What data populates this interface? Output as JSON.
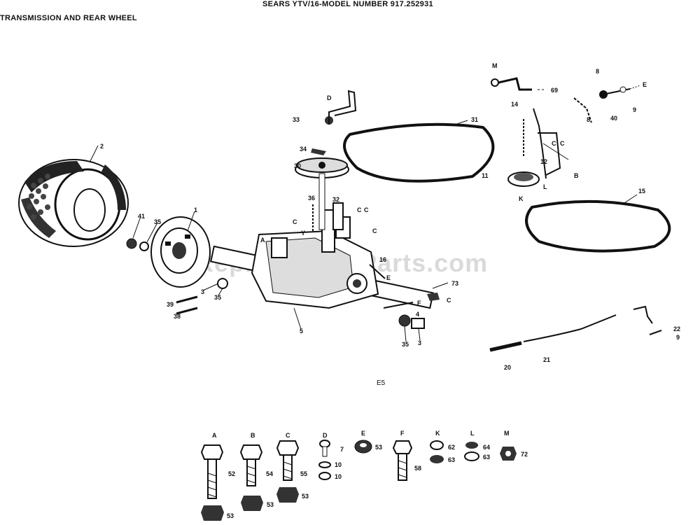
{
  "header": {
    "title": "SEARS YTV/16-MODEL NUMBER 917.252931",
    "subtitle": "TRANSMISSION AND REAR WHEEL"
  },
  "figure_code": "E5",
  "watermark": "eReplacementParts.com",
  "callouts": {
    "tire": "2",
    "rim": "1",
    "hub_nut": "41",
    "hub_washer": "35",
    "axle_key": "3",
    "axle_spacer": "35",
    "bolt_left_a": "39",
    "bolt_left_b": "38",
    "axle_washer_r": "35",
    "axle_key_r": "3",
    "transaxle": "5",
    "shift_pin": "4",
    "brake_bolt": "73",
    "pulley_d": "D",
    "pulley_nut": "33",
    "pulley_key": "34",
    "pulley": "30",
    "belt_upper": "31",
    "spring": "36",
    "bracket": "32",
    "rod": "16",
    "c1": "C",
    "c2": "C",
    "c3": "C",
    "c4": "C",
    "a1": "A",
    "y1": "Y",
    "e1": "E",
    "f1": "F",
    "c5": "C",
    "m1": "M",
    "link_rod": "69",
    "e2": "E",
    "n8": "8",
    "n40": "40",
    "n9a": "9",
    "n8b": "8",
    "n14": "14",
    "n12": "12",
    "idler": "11",
    "k1": "K",
    "b1": "B",
    "l1": "L",
    "c6": "C",
    "c7": "C",
    "belt_lower": "15",
    "cable_end": "20",
    "cable": "21",
    "n22": "22",
    "n9b": "9"
  },
  "hardware": [
    {
      "letter": "A",
      "part1": "52",
      "part2": "53"
    },
    {
      "letter": "B",
      "part1": "54",
      "part2": "53"
    },
    {
      "letter": "C",
      "part1": "55",
      "part2": "53"
    },
    {
      "letter": "D",
      "part1": "7",
      "part2": "10",
      "part3": "10"
    },
    {
      "letter": "E",
      "part1": "53"
    },
    {
      "letter": "F",
      "part1": "58"
    },
    {
      "letter": "K",
      "part1": "62",
      "part2": "63"
    },
    {
      "letter": "L",
      "part1": "64",
      "part2": "63"
    },
    {
      "letter": "M",
      "part1": "72"
    }
  ]
}
